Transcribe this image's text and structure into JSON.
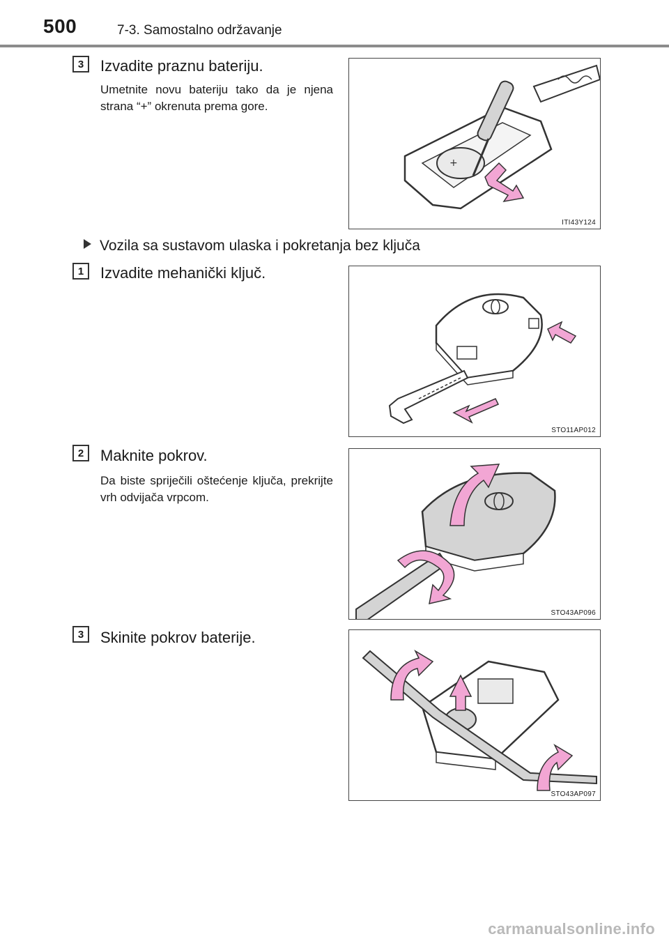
{
  "header": {
    "page_number": "500",
    "section": "7-3. Samostalno održavanje"
  },
  "steps_top": [
    {
      "number": "3",
      "title": "Izvadite praznu bateriju.",
      "note": "Umetnite novu bateriju tako da je njena strana “+” okrenuta prema gore.",
      "figure_code": "ITI43Y124"
    }
  ],
  "subsection": {
    "title": "Vozila sa sustavom ulaska i pokretanja bez ključa"
  },
  "steps": [
    {
      "number": "1",
      "title": "Izvadite mehanički ključ.",
      "figure_code": "STO11AP012"
    },
    {
      "number": "2",
      "title": "Maknite pokrov.",
      "note": "Da biste spriječili oštećenje ključa, prekrijte vrh odvijača vrpcom.",
      "figure_code": "STO43AP096"
    },
    {
      "number": "3",
      "title": "Skinite pokrov baterije.",
      "figure_code": "STO43AP097"
    }
  ],
  "footer": {
    "watermark": "carmanualsonline.info"
  },
  "colors": {
    "arrow_pink": "#f2a6d4",
    "line": "#333333",
    "key_fill": "#d4d4d4"
  }
}
